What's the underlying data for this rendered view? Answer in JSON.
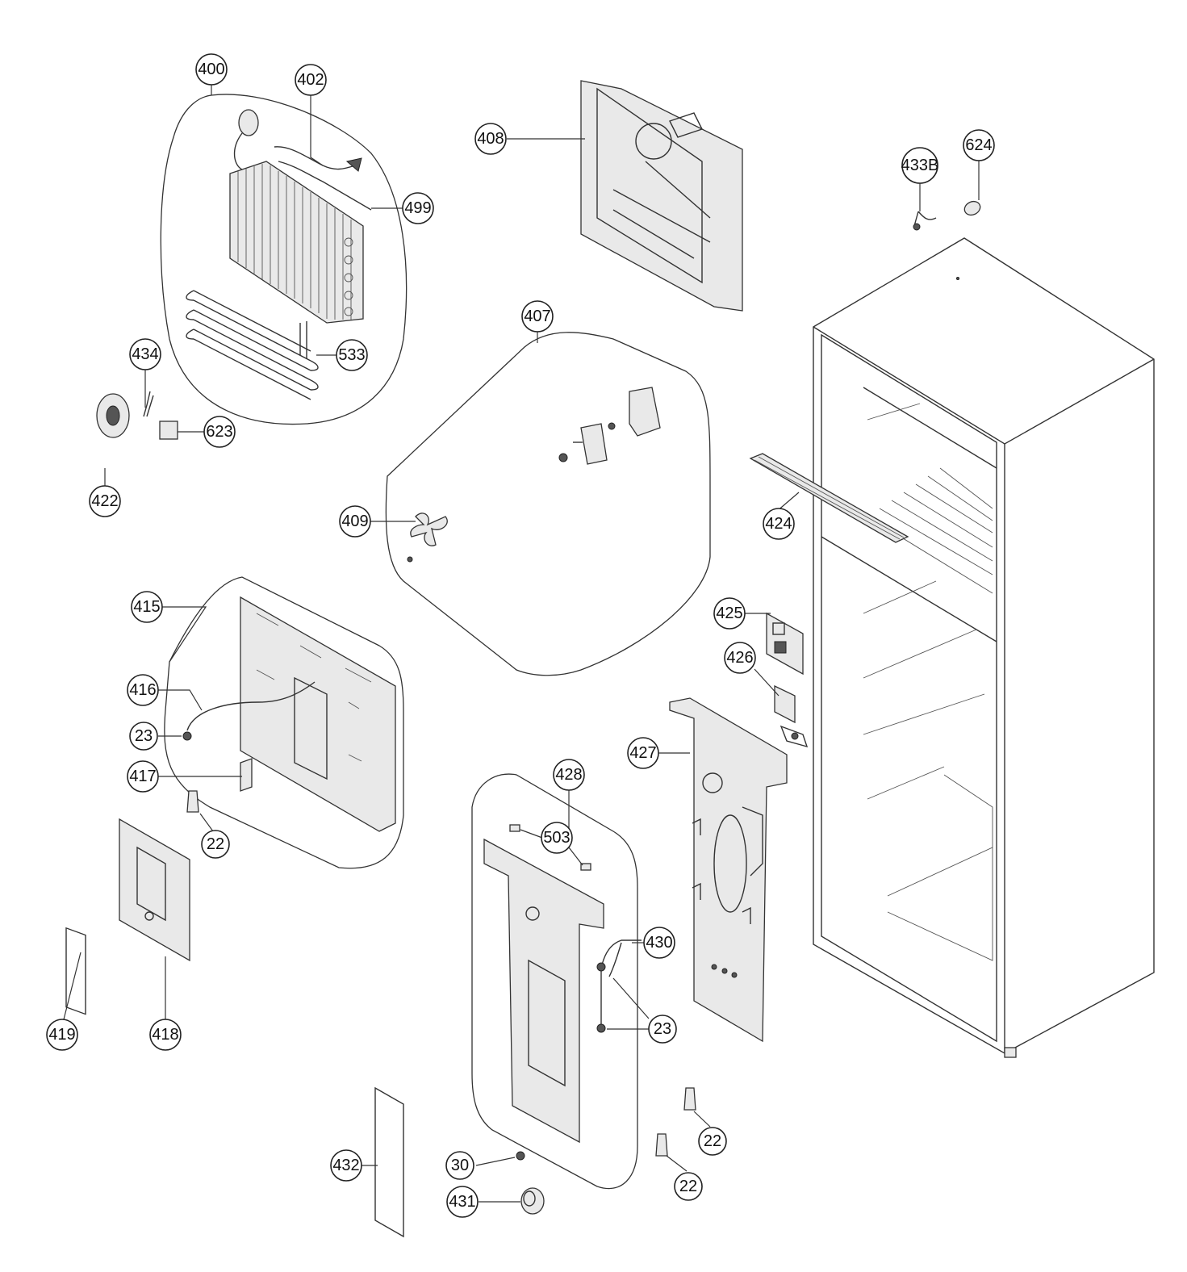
{
  "diagram": {
    "callouts": [
      {
        "id": "c400",
        "label": "400"
      },
      {
        "id": "c402",
        "label": "402"
      },
      {
        "id": "c499",
        "label": "499"
      },
      {
        "id": "c533",
        "label": "533"
      },
      {
        "id": "c434",
        "label": "434"
      },
      {
        "id": "c623",
        "label": "623"
      },
      {
        "id": "c422",
        "label": "422"
      },
      {
        "id": "c408",
        "label": "408"
      },
      {
        "id": "c407",
        "label": "407"
      },
      {
        "id": "c409",
        "label": "409"
      },
      {
        "id": "c433B",
        "label": "433B"
      },
      {
        "id": "c624",
        "label": "624"
      },
      {
        "id": "c424",
        "label": "424"
      },
      {
        "id": "c425",
        "label": "425"
      },
      {
        "id": "c426",
        "label": "426"
      },
      {
        "id": "c427",
        "label": "427"
      },
      {
        "id": "c415",
        "label": "415"
      },
      {
        "id": "c416",
        "label": "416"
      },
      {
        "id": "c23a",
        "label": "23"
      },
      {
        "id": "c417",
        "label": "417"
      },
      {
        "id": "c22a",
        "label": "22"
      },
      {
        "id": "c418",
        "label": "418"
      },
      {
        "id": "c419",
        "label": "419"
      },
      {
        "id": "c428",
        "label": "428"
      },
      {
        "id": "c503",
        "label": "503"
      },
      {
        "id": "c430",
        "label": "430"
      },
      {
        "id": "c23b",
        "label": "23"
      },
      {
        "id": "c22b",
        "label": "22"
      },
      {
        "id": "c22c",
        "label": "22"
      },
      {
        "id": "c432",
        "label": "432"
      },
      {
        "id": "c30",
        "label": "30"
      },
      {
        "id": "c431",
        "label": "431"
      }
    ]
  }
}
